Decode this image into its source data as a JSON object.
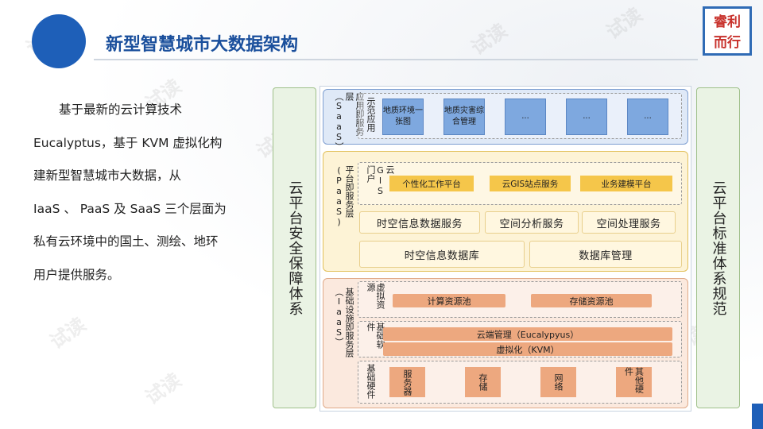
{
  "header": {
    "title": "新型智慧城市大数据架构",
    "brand_line1": "睿利",
    "brand_line2": "而行"
  },
  "intro": {
    "lines": [
      "基于最新的云计算技术",
      "Eucalyptus，基于 KVM 虚拟化构",
      "建新型智慧城市大数据，从",
      "IaaS 、 PaaS 及 SaaS 三个层面为",
      "私有云环境中的国土、测绘、地环",
      "用户提供服务。"
    ]
  },
  "side": {
    "left": "云平台安全保障体系",
    "right": "云平台标准体系规范"
  },
  "saas": {
    "label": "应用即服务层（SaaS）",
    "sub_label": "示范应用",
    "items": [
      "地质环境一张图",
      "地质灾害综合管理",
      "...",
      "...",
      "..."
    ]
  },
  "paas": {
    "label": "平台即服务层(PaaS)",
    "portal_label": "云GIS门户",
    "portal_items": [
      "个性化工作平台",
      "云GIS站点服务",
      "业务建模平台"
    ],
    "row1": [
      "时空信息数据服务",
      "空间分析服务",
      "空间处理服务"
    ],
    "row2": [
      "时空信息数据库",
      "数据库管理"
    ]
  },
  "iaas": {
    "label": "基础设施即服务层（IaaS）",
    "virtual_label": "虚拟资源",
    "virtual_items": [
      "计算资源池",
      "存储资源池"
    ],
    "software_label": "基础软件",
    "software_items": [
      "云端管理（Eucalypyus）",
      "虚拟化（KVM）"
    ],
    "hardware_label": "基础硬件",
    "hardware_items": [
      "服务器",
      "存储",
      "网络",
      "其他硬件"
    ]
  },
  "watermark_text": "试读",
  "colors": {
    "title": "#1a4f9c",
    "saas": "#dfe9f7",
    "paas": "#fdf3d6",
    "iaas": "#fbe9de",
    "side": "#eaf3e4"
  }
}
